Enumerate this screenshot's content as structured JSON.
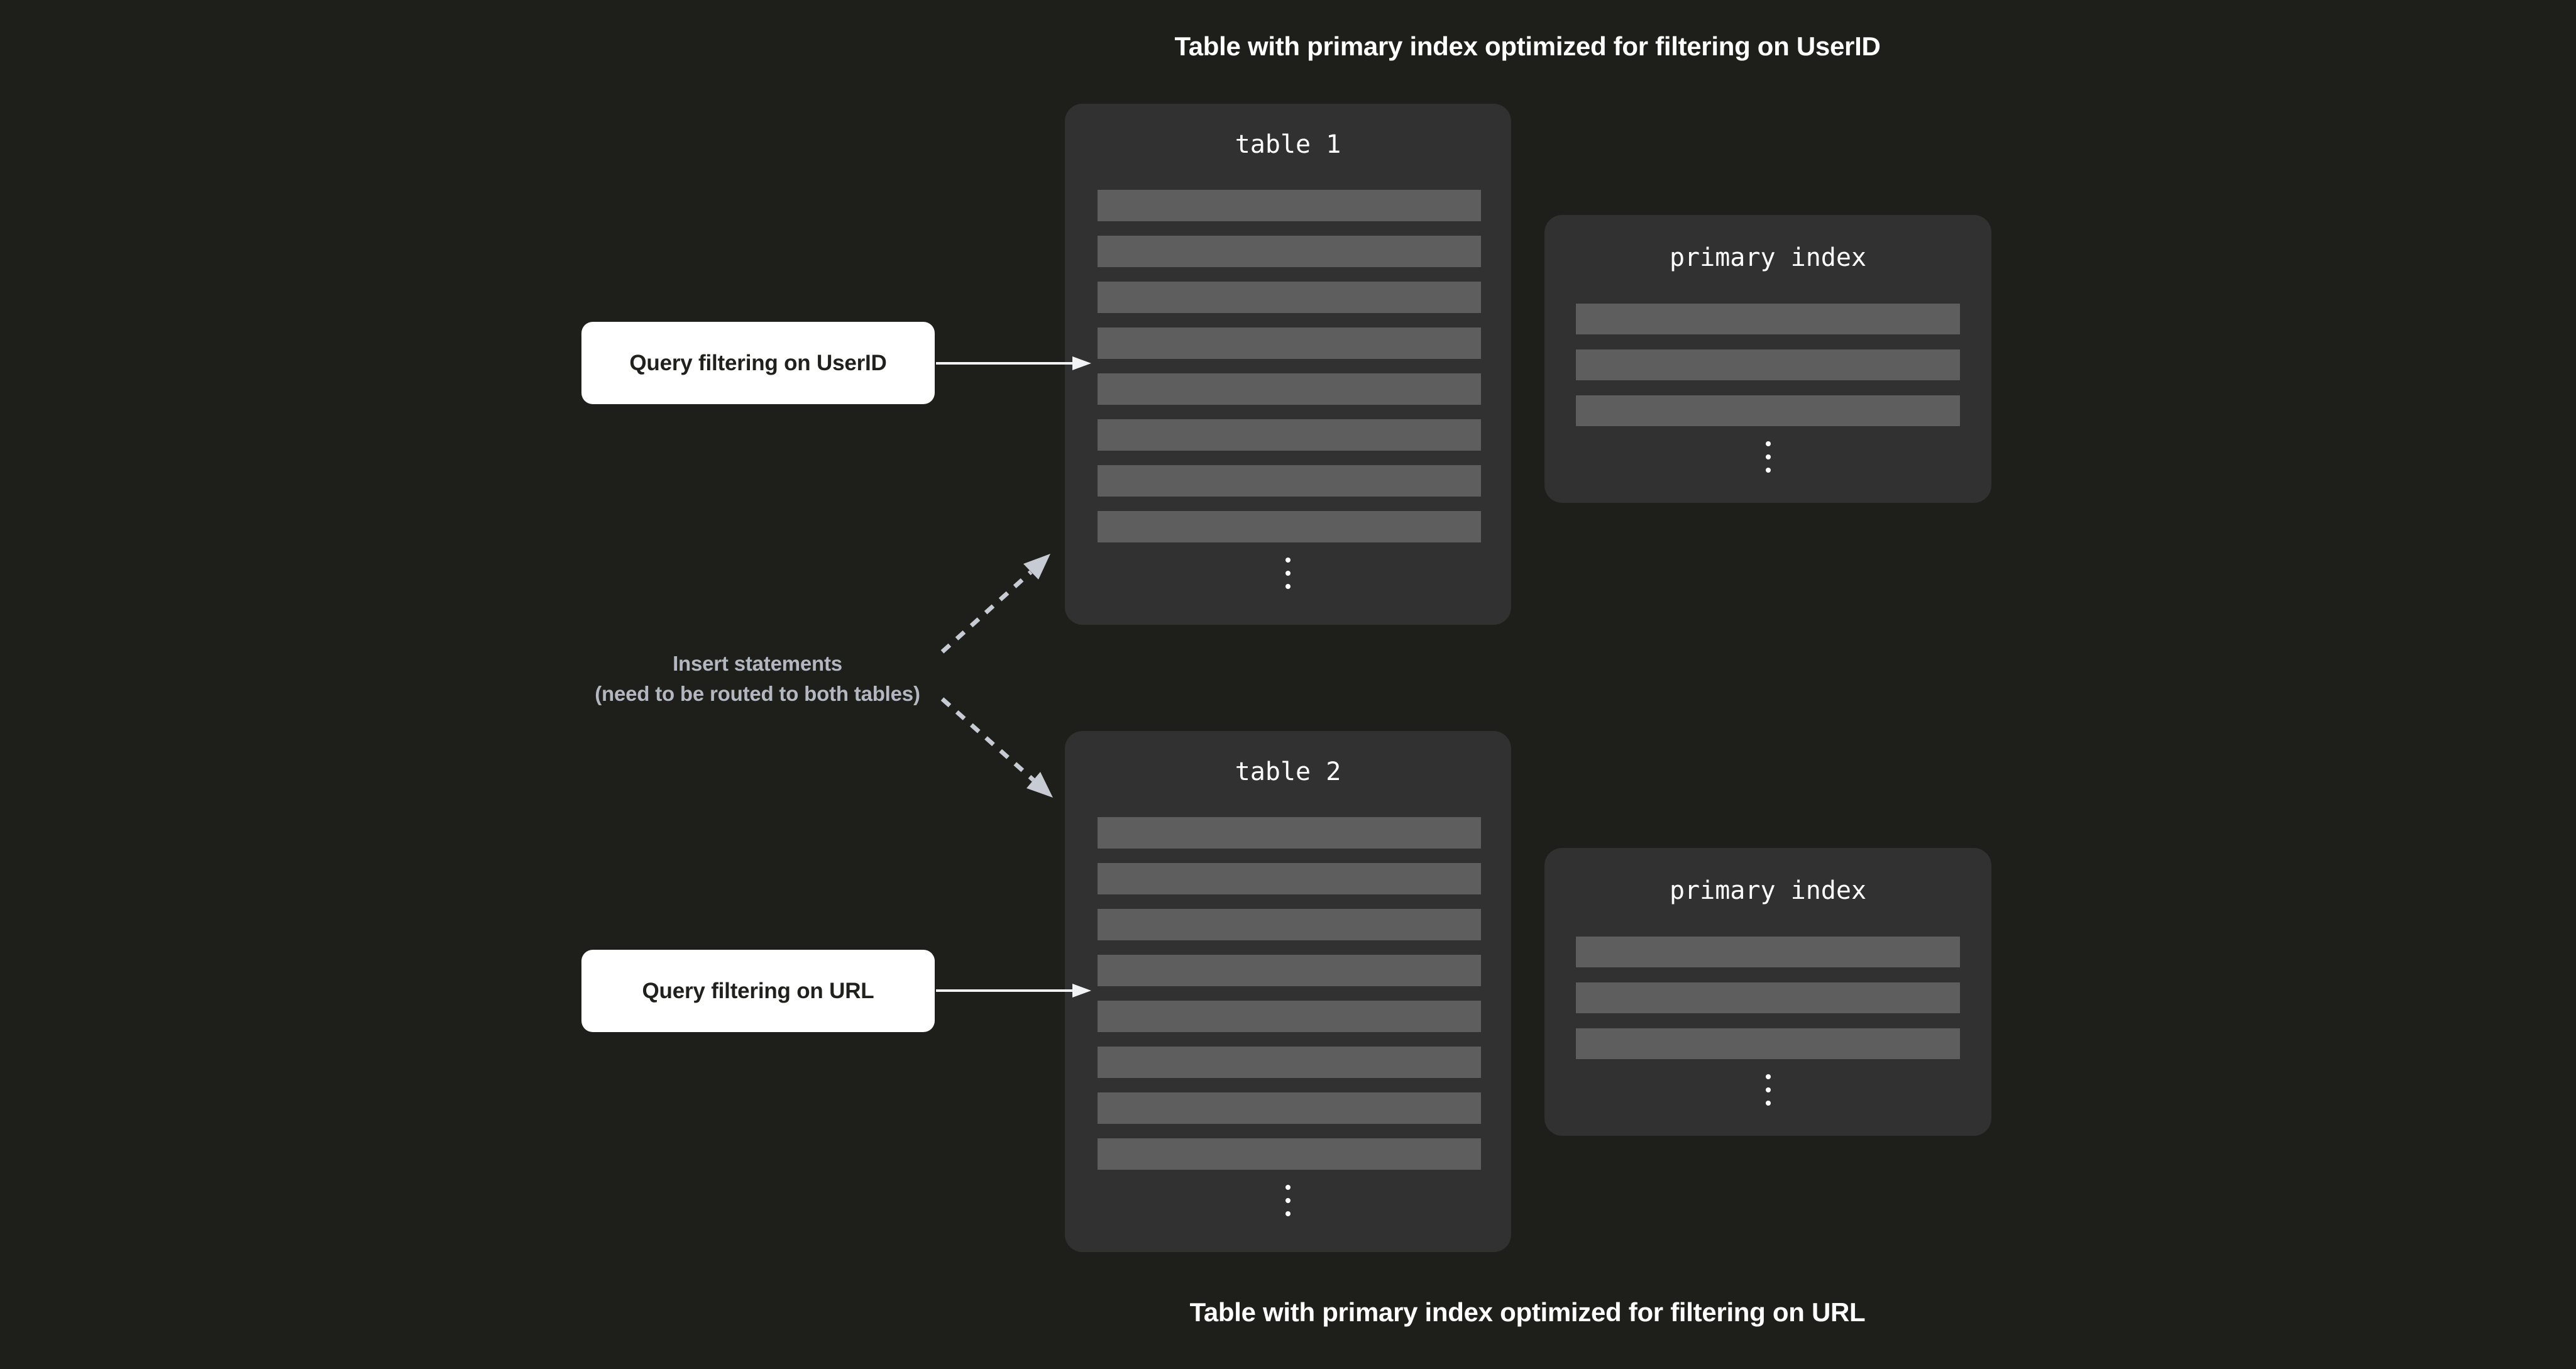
{
  "captions": {
    "top": "Table with primary index optimized for filtering on UserID",
    "bottom": "Table with primary index optimized for filtering on URL"
  },
  "labels": {
    "query_userid": "Query filtering on UserID",
    "query_url": "Query filtering on URL",
    "insert_line1": "Insert statements",
    "insert_line2": "(need to be routed to both tables)"
  },
  "tables": {
    "table1": {
      "title": "table 1",
      "rows": 8
    },
    "table2": {
      "title": "table 2",
      "rows": 8
    },
    "index1": {
      "title": "primary index",
      "rows": 3
    },
    "index2": {
      "title": "primary index",
      "rows": 3
    }
  },
  "icons": {
    "vertical_ellipsis": "more-rows-vertical-ellipsis"
  },
  "colors": {
    "background": "#1e1e1a",
    "panel": "#313131",
    "row": "#5e5e5e",
    "white": "#ffffff",
    "label_text": "#20201c",
    "muted_text": "#b3b7bf",
    "arrow_solid": "#f2f3f5",
    "arrow_dashed": "#c7cbd3"
  }
}
